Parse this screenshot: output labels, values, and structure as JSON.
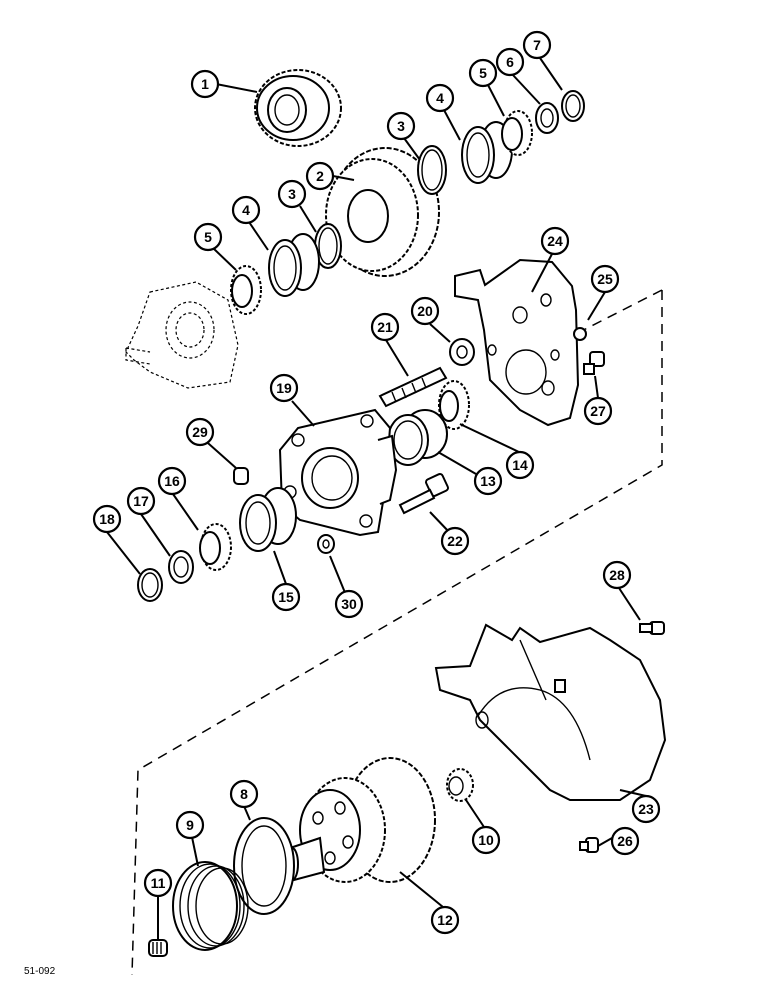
{
  "figure_ref": "51-092",
  "callouts": [
    {
      "label": "1",
      "target": "pinion-gear"
    },
    {
      "label": "2",
      "target": "helical-gear"
    },
    {
      "label": "3",
      "target": "snap-ring-upper"
    },
    {
      "label": "3",
      "target": "snap-ring-lower"
    },
    {
      "label": "4",
      "target": "bearing-cup-upper"
    },
    {
      "label": "4",
      "target": "bearing-cup-lower"
    },
    {
      "label": "5",
      "target": "bearing-cone-upper"
    },
    {
      "label": "5",
      "target": "bearing-cone-lower"
    },
    {
      "label": "6",
      "target": "washer-upper"
    },
    {
      "label": "7",
      "target": "retaining-ring-upper"
    },
    {
      "label": "8",
      "target": "seal-ring"
    },
    {
      "label": "9",
      "target": "spiral-spring"
    },
    {
      "label": "10",
      "target": "needle-bearing"
    },
    {
      "label": "11",
      "target": "needle-bearing-small"
    },
    {
      "label": "12",
      "target": "gear-shaft-assembly"
    },
    {
      "label": "13",
      "target": "bearing-cup-flange"
    },
    {
      "label": "14",
      "target": "bearing-cone-flange"
    },
    {
      "label": "15",
      "target": "bearing-cup-left"
    },
    {
      "label": "16",
      "target": "bearing-cone-left"
    },
    {
      "label": "17",
      "target": "washer-left"
    },
    {
      "label": "18",
      "target": "retaining-ring-left"
    },
    {
      "label": "19",
      "target": "flange-housing"
    },
    {
      "label": "20",
      "target": "nut"
    },
    {
      "label": "21",
      "target": "stud"
    },
    {
      "label": "22",
      "target": "cap-screw"
    },
    {
      "label": "23",
      "target": "guard-cover"
    },
    {
      "label": "24",
      "target": "mounting-plate"
    },
    {
      "label": "25",
      "target": "plate-nut"
    },
    {
      "label": "26",
      "target": "cover-screw-lower"
    },
    {
      "label": "27",
      "target": "plate-screw"
    },
    {
      "label": "28",
      "target": "cover-screw-upper"
    },
    {
      "label": "29",
      "target": "dowel-pin"
    },
    {
      "label": "30",
      "target": "washer-small"
    }
  ]
}
